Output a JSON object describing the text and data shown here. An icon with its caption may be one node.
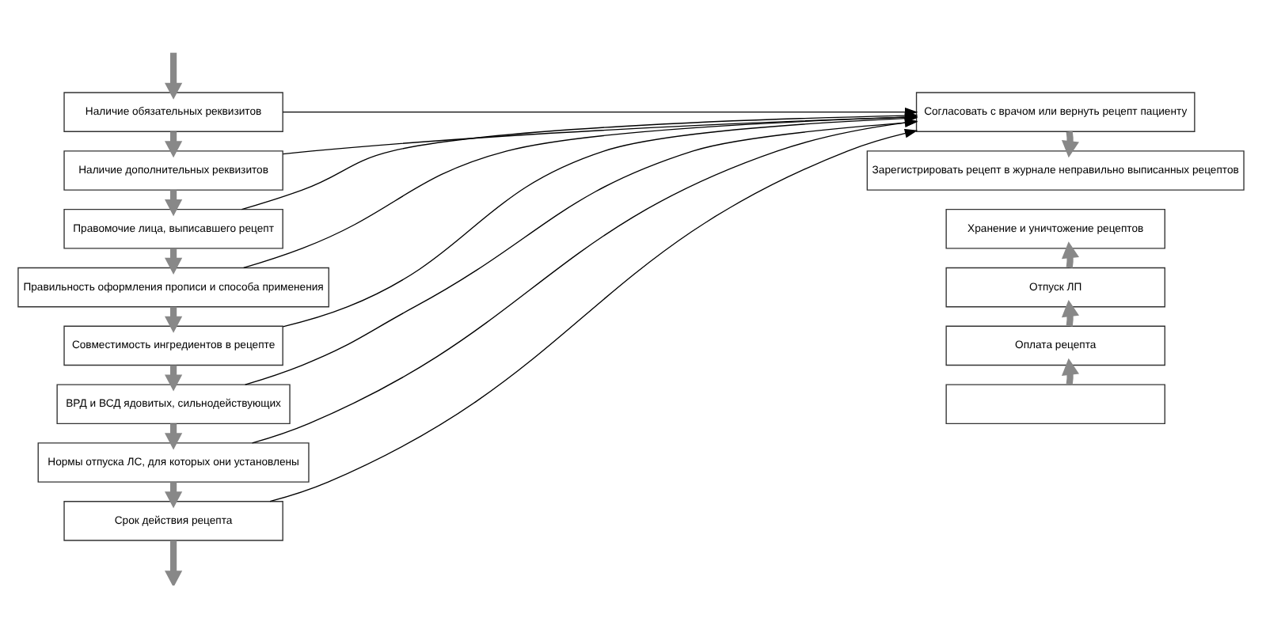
{
  "diagram": {
    "nodes": [
      {
        "text": [
          "Наличие обязательных реквизитов"
        ]
      },
      {
        "text": [
          "Наличие дополнительных реквизитов"
        ]
      },
      {
        "text": [
          "Правомочие лица, выписавшего рецепт"
        ]
      },
      {
        "text": [
          "Правильность оформления прописи и способа применения"
        ]
      },
      {
        "text": [
          "Совместимость ингредиентов в рецепте"
        ]
      },
      {
        "text": [
          "ВРД и ВСД ядовитых, сильнодействующих"
        ]
      },
      {
        "text": [
          "Нормы отпуска ЛС, для которых они установлены"
        ]
      },
      {
        "text": [
          "Срок действия рецепта"
        ]
      },
      {
        "text": [
          "Согласовать с врачом или вернуть рецепт пациенту"
        ]
      },
      {
        "text": [
          "Зарегистрировать рецепт в журнале неправильно выписанных рецептов"
        ]
      },
      {
        "text": [
          "Хранение и уничтожение рецептов"
        ]
      },
      {
        "text": [
          "Отпуск ЛП"
        ]
      },
      {
        "text": [
          "Оплата рецепта"
        ]
      },
      {
        "text": [],
        "shape": "box"
      }
    ],
    "edges": [
      {
        "from": null,
        "to": 0,
        "arrow": "to"
      },
      {
        "from": 0,
        "to": 1,
        "arrow": "to"
      },
      {
        "from": 1,
        "to": 2,
        "arrow": "to"
      },
      {
        "from": 2,
        "to": 3,
        "arrow": "to"
      },
      {
        "from": 3,
        "to": 4,
        "arrow": "to"
      },
      {
        "from": 4,
        "to": 5,
        "arrow": "to"
      },
      {
        "from": 5,
        "to": 6,
        "arrow": "to"
      },
      {
        "from": 6,
        "to": 7,
        "arrow": "to"
      },
      {
        "from": 7,
        "to": null,
        "arrow": "to"
      },
      {
        "from": 0,
        "to": 8,
        "arrow": "to",
        "color": "#000000"
      },
      {
        "from": 1,
        "to": 8,
        "arrow": "to",
        "color": "#000000"
      },
      {
        "from": 2,
        "to": 8,
        "arrow": "to",
        "color": "#000000"
      },
      {
        "from": 3,
        "to": 8,
        "arrow": "to",
        "color": "#000000"
      },
      {
        "from": 4,
        "to": 8,
        "arrow": "to",
        "color": "#000000"
      },
      {
        "from": 5,
        "to": 8,
        "arrow": "to",
        "color": "#000000"
      },
      {
        "from": 6,
        "to": 8,
        "arrow": "to",
        "color": "#000000"
      },
      {
        "from": 7,
        "to": 8,
        "arrow": "to",
        "color": "#000000"
      },
      {
        "from": 8,
        "to": 9,
        "arrow": "to"
      },
      {
        "from": 13,
        "to": 12,
        "arrow": "to"
      },
      {
        "from": 12,
        "to": 11,
        "arrow": "to"
      },
      {
        "from": 11,
        "to": 10,
        "arrow": "to"
      }
    ]
  }
}
